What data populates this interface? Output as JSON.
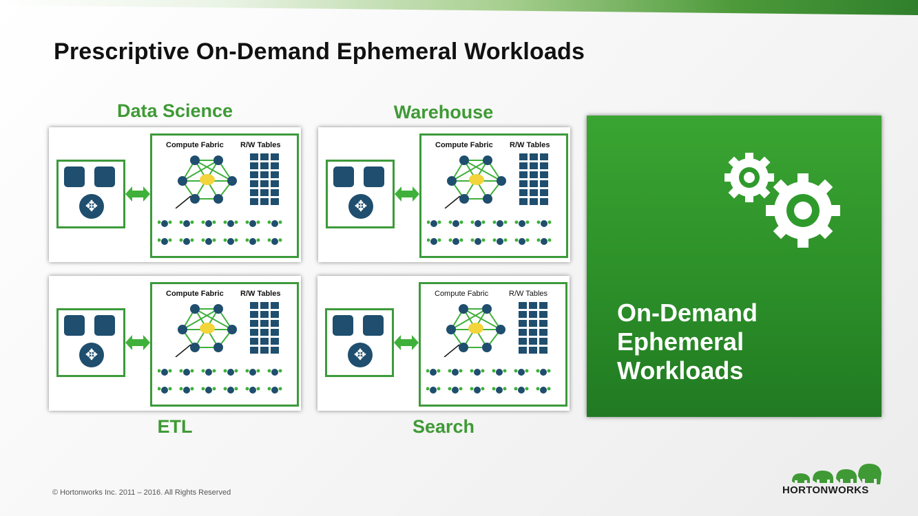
{
  "title": "Prescriptive On-Demand Ephemeral Workloads",
  "sections": [
    {
      "label": "Data Science",
      "compute_label": "Compute Fabric",
      "tables_label": "R/W Tables"
    },
    {
      "label": "Warehouse",
      "compute_label": "Compute Fabric",
      "tables_label": "R/W Tables"
    },
    {
      "label": "ETL",
      "compute_label": "Compute Fabric",
      "tables_label": "R/W Tables"
    },
    {
      "label": "Search",
      "compute_label": "Compute Fabric",
      "tables_label": "R/W Tables"
    }
  ],
  "panel": {
    "title_lines": [
      "On-Demand",
      "Ephemeral",
      "Workloads"
    ],
    "icon": "gears-icon"
  },
  "footer": "© Hortonworks Inc. 2011 – 2016. All Rights Reserved",
  "logo": {
    "text": "HORTONWORKS",
    "icon": "elephants-logo-icon"
  },
  "colors": {
    "accent_green": "#3f9a35",
    "node_blue": "#1f4e6e",
    "panel_green": "#2b8d28"
  }
}
